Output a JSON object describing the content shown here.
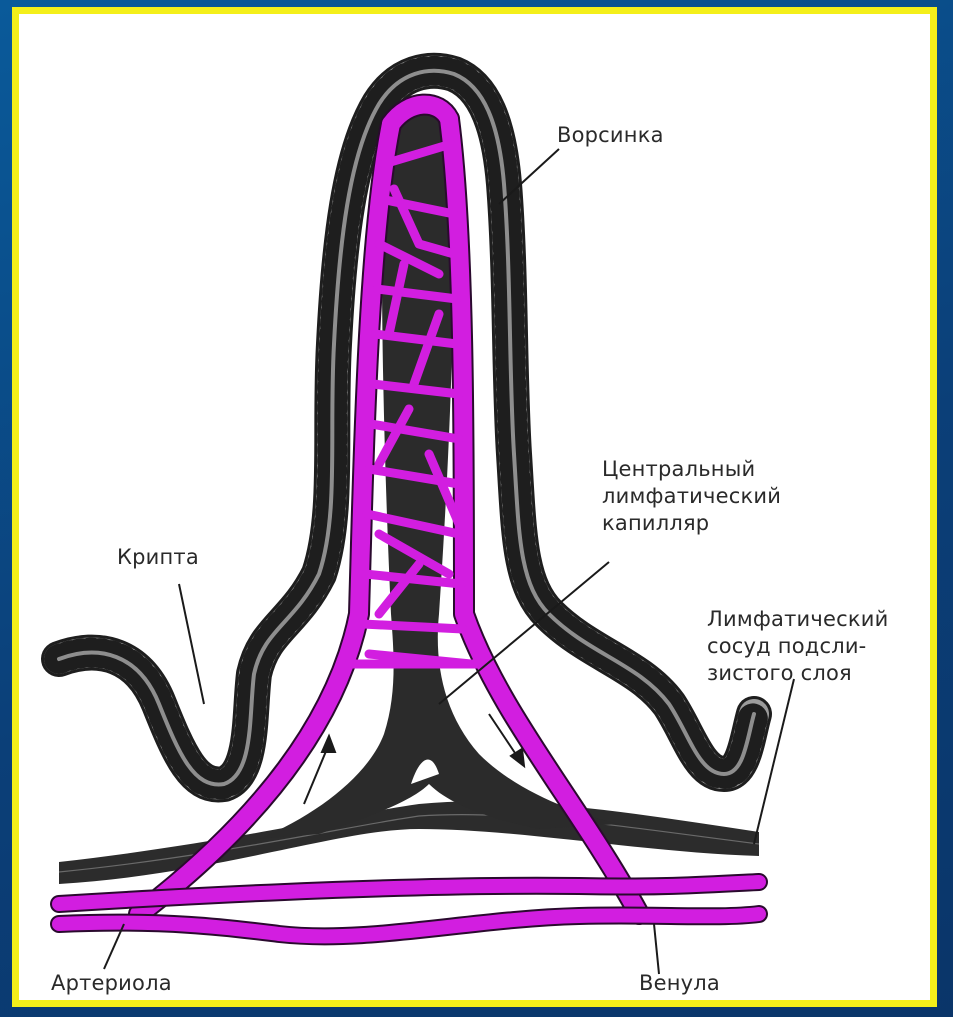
{
  "labels": {
    "villus": "Ворсинка",
    "central_capillary": "Центральный\nлимфатический\nкапилляр",
    "crypt": "Крипта",
    "lymph_vessel": "Лимфатический\nсосуд подсли-\nзистого слоя",
    "arteriole": "Артериола",
    "venule": "Венула"
  },
  "colors": {
    "background": "#0b4a86",
    "frame_border": "#f4ef1a",
    "vessel_magenta": "#d21ee0",
    "lymph_dark": "#2c2c2c",
    "epithelium": "#8a8a8a"
  }
}
